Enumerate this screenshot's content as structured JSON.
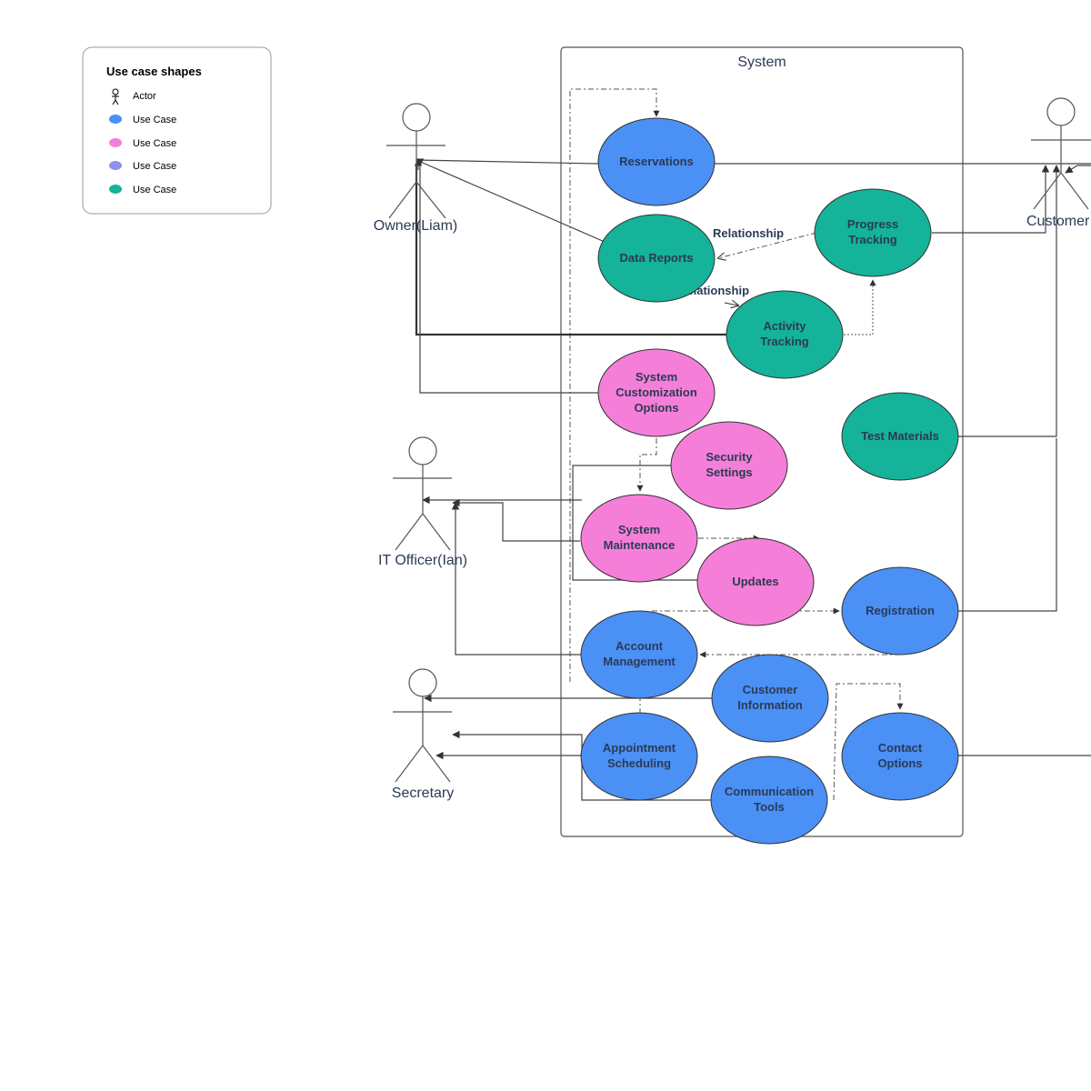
{
  "legend": {
    "title": "Use case shapes",
    "items": [
      {
        "label": "Actor",
        "kind": "actor"
      },
      {
        "label": "Use Case",
        "color": "#4a90f5"
      },
      {
        "label": "Use Case",
        "color": "#f57fd8"
      },
      {
        "label": "Use Case",
        "color": "#8f8ff0"
      },
      {
        "label": "Use Case",
        "color": "#14b39a"
      }
    ]
  },
  "system": {
    "title": "System"
  },
  "actors": {
    "owner": "Owner(Liam)",
    "customer": "Customer",
    "it_officer": "IT Officer(Ian)",
    "secretary": "Secretary"
  },
  "colors": {
    "blue": "#4a90f5",
    "pink": "#f57fd8",
    "teal": "#14b39a"
  },
  "use_cases": {
    "reservations": [
      "Reservations"
    ],
    "data_reports": [
      "Data Reports"
    ],
    "progress_tracking": [
      "Progress",
      "Tracking"
    ],
    "activity_tracking": [
      "Activity",
      "Tracking"
    ],
    "system_customization": [
      "System",
      "Customization",
      "Options"
    ],
    "test_materials": [
      "Test Materials"
    ],
    "security_settings": [
      "Security",
      "Settings"
    ],
    "system_maintenance": [
      "System",
      "Maintenance"
    ],
    "updates": [
      "Updates"
    ],
    "registration": [
      "Registration"
    ],
    "account_management": [
      "Account",
      "Management"
    ],
    "customer_information": [
      "Customer",
      "Information"
    ],
    "appointment_scheduling": [
      "Appointment",
      "Scheduling"
    ],
    "communication_tools": [
      "Communication",
      "Tools"
    ],
    "contact_options": [
      "Contact",
      "Options"
    ]
  },
  "relationships": {
    "rel_1": "Relationship",
    "rel_2": "Relationship"
  }
}
